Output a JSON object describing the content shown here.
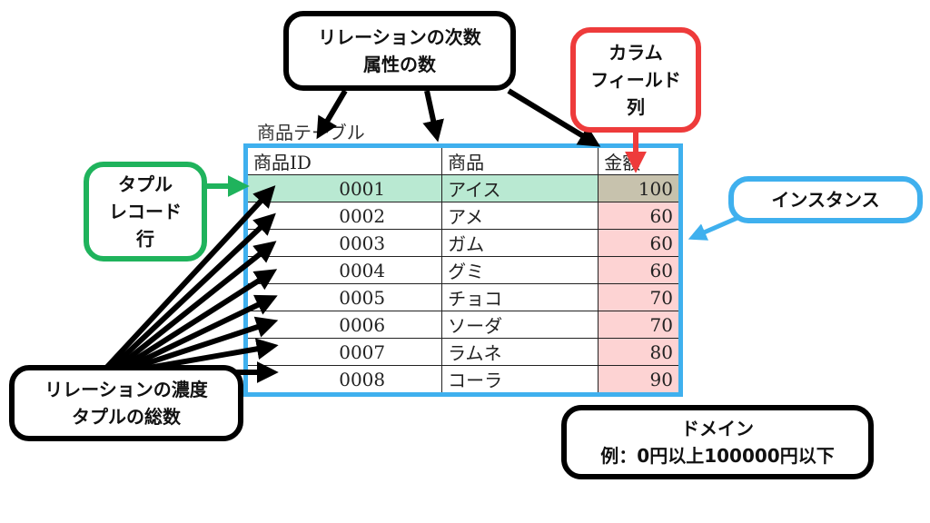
{
  "degree_box": {
    "line1": "リレーションの次数",
    "line2": "属性の数"
  },
  "column_box": {
    "line1": "カラム",
    "line2": "フィールド",
    "line3": "列"
  },
  "tuple_box": {
    "line1": "タプル",
    "line2": "レコード",
    "line3": "行"
  },
  "instance_box": {
    "label": "インスタンス"
  },
  "cardinality_box": {
    "line1": "リレーションの濃度",
    "line2": "タプルの総数"
  },
  "domain_box": {
    "line1": "ドメイン",
    "line2": "例：0円以上100000円以下"
  },
  "table": {
    "title": "商品テーブル",
    "headers": [
      "商品ID",
      "商品",
      "金額"
    ],
    "rows": [
      [
        "0001",
        "アイス",
        "100"
      ],
      [
        "0002",
        "アメ",
        "60"
      ],
      [
        "0003",
        "ガム",
        "60"
      ],
      [
        "0004",
        "グミ",
        "60"
      ],
      [
        "0005",
        "チョコ",
        "70"
      ],
      [
        "0006",
        "ソーダ",
        "70"
      ],
      [
        "0007",
        "ラムネ",
        "80"
      ],
      [
        "0008",
        "コーラ",
        "90"
      ]
    ]
  },
  "colors": {
    "table_border": "#3fb0ee",
    "tuple": "#1fb35c",
    "column": "#ee3b3b",
    "highlight_row": "#b9e9d2",
    "price_cells": "#fdd3d3"
  }
}
